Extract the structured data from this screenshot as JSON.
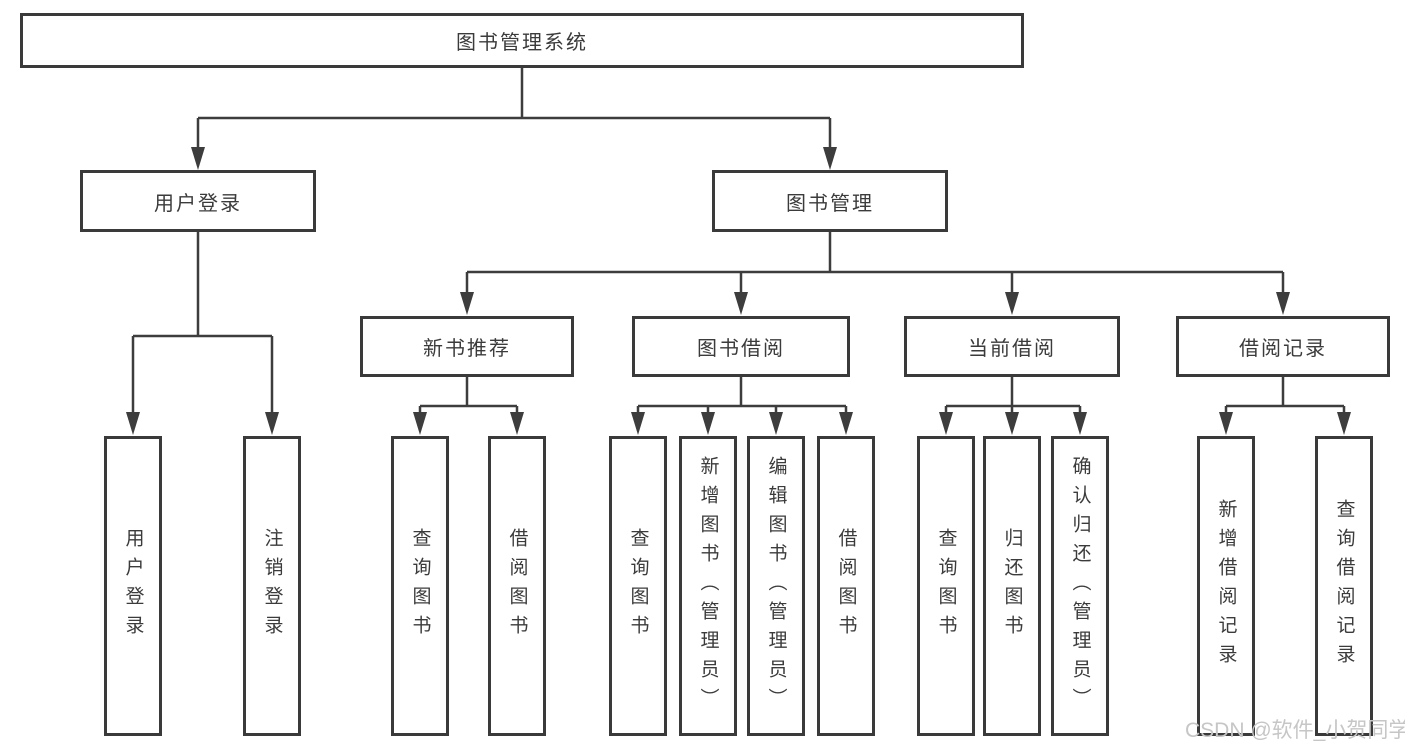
{
  "tree": {
    "root": {
      "label": "图书管理系统"
    },
    "level2": [
      {
        "label": "用户登录"
      },
      {
        "label": "图书管理"
      }
    ],
    "level3": [
      {
        "label": "新书推荐",
        "parent": "图书管理"
      },
      {
        "label": "图书借阅",
        "parent": "图书管理"
      },
      {
        "label": "当前借阅",
        "parent": "图书管理"
      },
      {
        "label": "借阅记录",
        "parent": "图书管理"
      }
    ],
    "leaves": [
      {
        "label": "用户登录",
        "parent": "用户登录"
      },
      {
        "label": "注销登录",
        "parent": "用户登录"
      },
      {
        "label": "查询图书",
        "parent": "新书推荐"
      },
      {
        "label": "借阅图书",
        "parent": "新书推荐"
      },
      {
        "label": "查询图书",
        "parent": "图书借阅"
      },
      {
        "label": "新增图书（管理员）",
        "parent": "图书借阅"
      },
      {
        "label": "编辑图书（管理员）",
        "parent": "图书借阅"
      },
      {
        "label": "借阅图书",
        "parent": "图书借阅"
      },
      {
        "label": "查询图书",
        "parent": "当前借阅"
      },
      {
        "label": "归还图书",
        "parent": "当前借阅"
      },
      {
        "label": "确认归还（管理员）",
        "parent": "当前借阅"
      },
      {
        "label": "新增借阅记录",
        "parent": "借阅记录"
      },
      {
        "label": "查询借阅记录",
        "parent": "借阅记录"
      }
    ]
  },
  "watermark": "CSDN @软件_小贺同学",
  "colors": {
    "line": "#3d3d3d",
    "border": "#3a3a3a",
    "text": "#3b3b3b",
    "background": "#ffffff",
    "watermark": "#c6c6c6"
  }
}
